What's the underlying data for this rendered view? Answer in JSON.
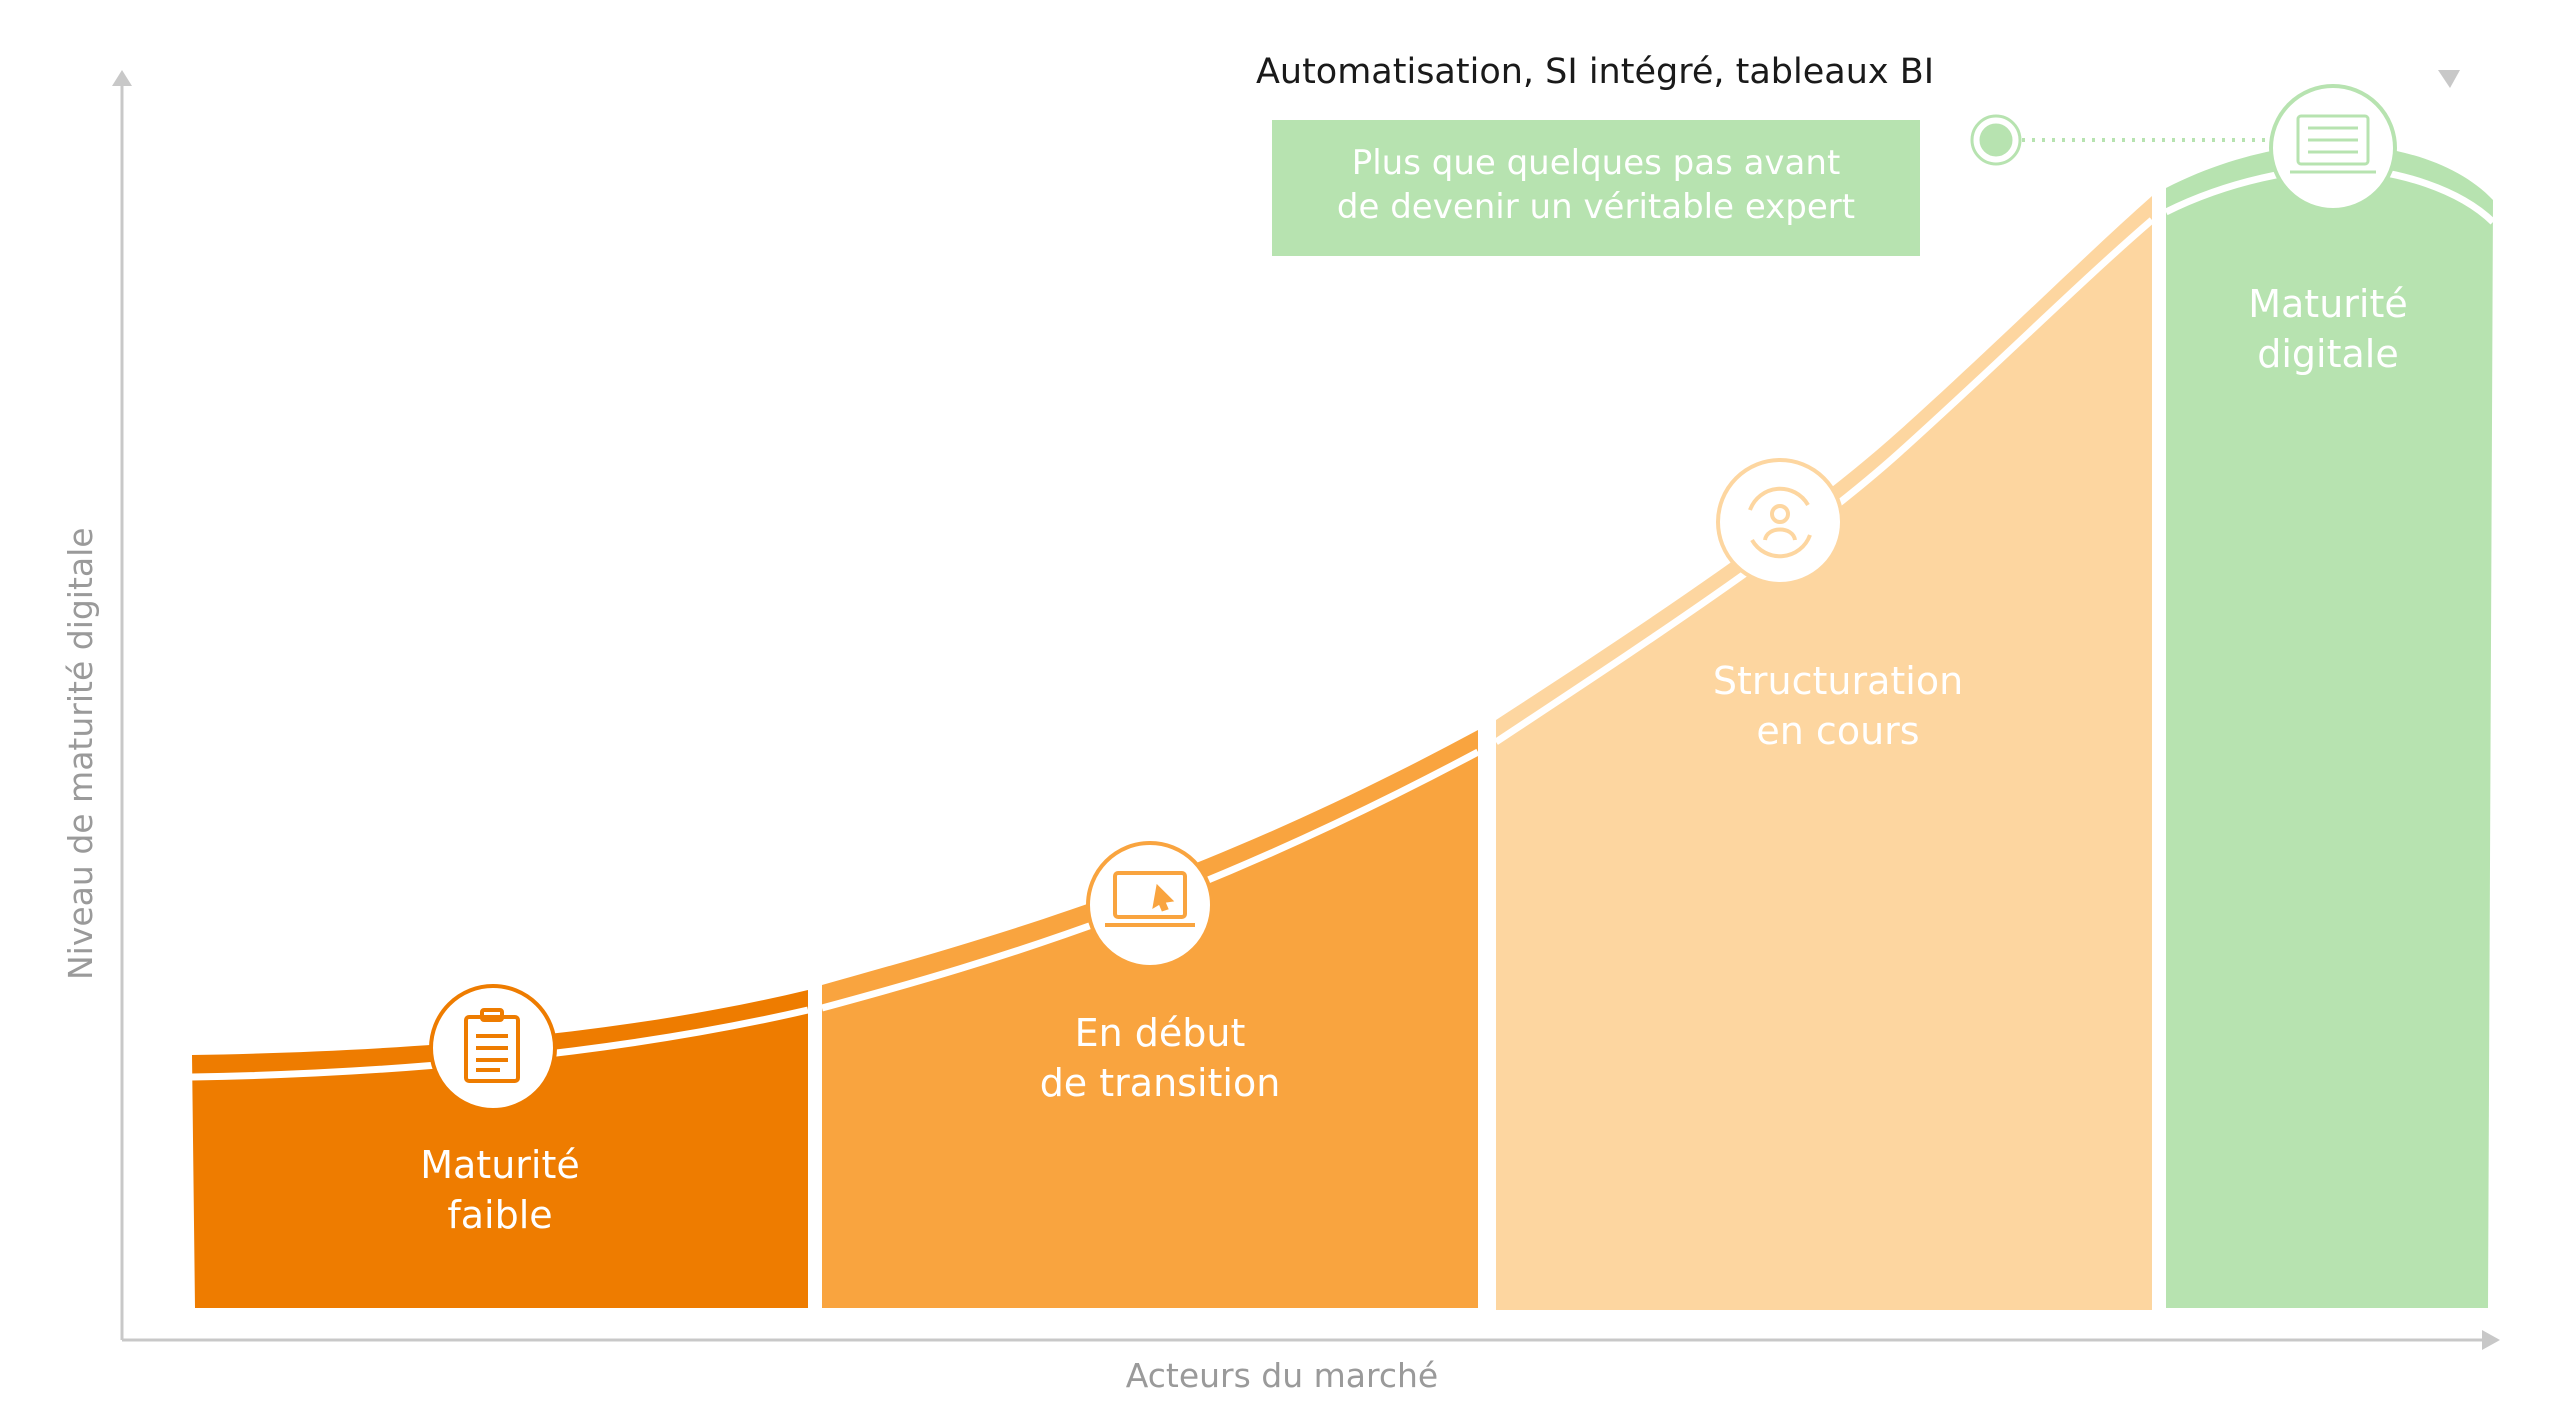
{
  "axes": {
    "y_label": "Niveau de maturité digitale",
    "x_label": "Acteurs du marché"
  },
  "stages": [
    {
      "line1": "Maturité",
      "line2": "faible",
      "color": "#ee7c00",
      "icon": "clipboard-icon"
    },
    {
      "line1": "En début",
      "line2": "de transition",
      "color": "#f9a43f",
      "icon": "laptop-cursor-icon"
    },
    {
      "line1": "Structuration",
      "line2": "en cours",
      "color": "#fdd6a0",
      "icon": "user-cycle-icon"
    },
    {
      "line1": "Maturité",
      "line2": "digitale",
      "color": "#b7e3b0",
      "icon": "binary-laptop-icon"
    }
  ],
  "callout": {
    "title": "Automatisation, SI intégré, tableaux BI",
    "line1": "Plus que quelques pas avant",
    "line2": "de devenir un véritable expert",
    "color": "#b7e3b0"
  },
  "colors": {
    "axis": "#c8c8c8",
    "band_stage1": "#ee7c00",
    "band_stage2": "#f9a43f",
    "band_stage3": "#fdd6a0",
    "band_stage4": "#b7e3b0"
  }
}
